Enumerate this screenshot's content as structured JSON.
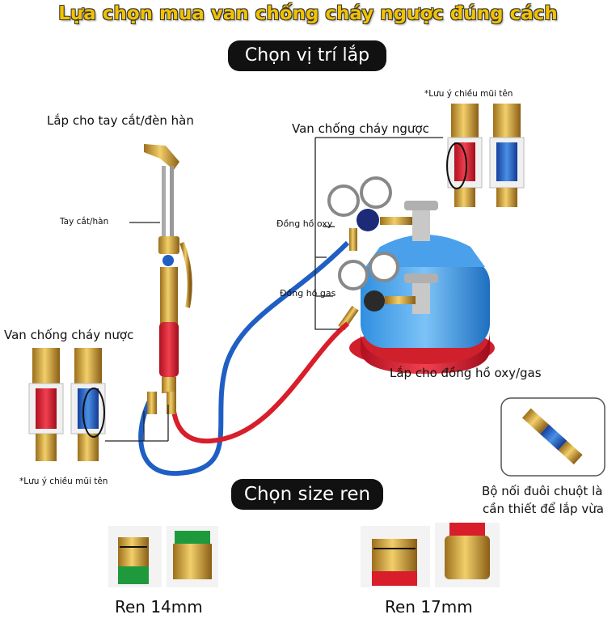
{
  "title": "Lựa chọn mua van chống cháy ngược đúng cách",
  "section_position": "Chọn vị trí lắp",
  "section_size": "Chọn size ren",
  "labels": {
    "torch_mount": "Lắp cho tay cắt/đèn hàn",
    "torch": "Tay cắt/hàn",
    "valve_top": "Van chống cháy ngược",
    "valve_left": "Van chống cháy nược",
    "arrow_note_top": "*Lưu ý chiều mũi tên",
    "arrow_note_left": "*Lưu ý chiều mũi tên",
    "gauge_oxy": "Đồng hồ oxy",
    "gauge_gas": "Đồng hồ gas",
    "regulator_mount": "Lắp cho đồng hồ oxy/gas",
    "hose_barb_line1": "Bộ nối đuôi chuột là",
    "hose_barb_line2": "cần thiết để lắp vừa"
  },
  "sizes": {
    "size_14": "Ren 14mm",
    "size_17": "Ren 17mm"
  },
  "colors": {
    "title_yellow": "#f2c200",
    "oxygen_blue": "#1f5fc4",
    "gas_red": "#d81e2a",
    "brass": "#d4a435"
  }
}
